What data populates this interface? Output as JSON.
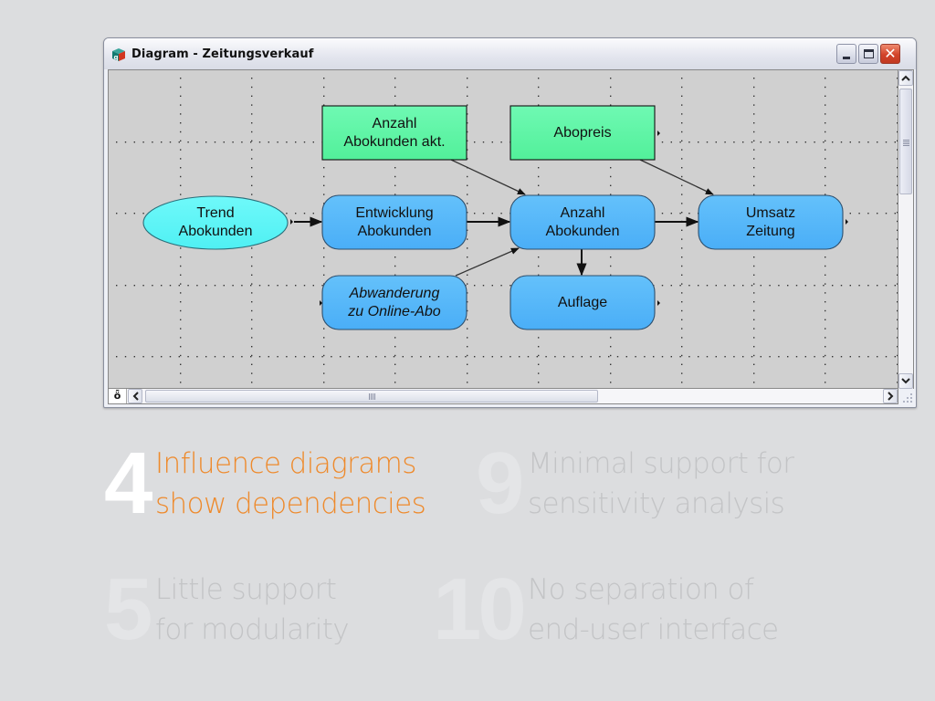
{
  "window": {
    "title": "Diagram - Zeitungsverkauf",
    "controls": {
      "minimize": "minimize",
      "maximize": "maximize",
      "close": "✕"
    },
    "close_color": "#d2432a"
  },
  "diagram": {
    "nodes": [
      {
        "id": "trend",
        "label": "Trend\nAbokunden",
        "shape": "ellipse",
        "color": "#5cf5f7",
        "italic": false
      },
      {
        "id": "anzahl_akt",
        "label": "Anzahl\nAbokunden akt.",
        "shape": "rect",
        "color": "#62f7a8",
        "italic": false
      },
      {
        "id": "abopreis",
        "label": "Abopreis",
        "shape": "rect",
        "color": "#62f7a8",
        "italic": false
      },
      {
        "id": "entwicklung",
        "label": "Entwicklung\nAbokunden",
        "shape": "rounded",
        "color": "#57b8f9",
        "italic": false
      },
      {
        "id": "anzahl",
        "label": "Anzahl\nAbokunden",
        "shape": "rounded",
        "color": "#57b8f9",
        "italic": false
      },
      {
        "id": "umsatz",
        "label": "Umsatz\nZeitung",
        "shape": "rounded",
        "color": "#57b8f9",
        "italic": false
      },
      {
        "id": "abwanderung",
        "label": "Abwanderung\nzu Online-Abo",
        "shape": "rounded",
        "color": "#57b8f9",
        "italic": true
      },
      {
        "id": "auflage",
        "label": "Auflage",
        "shape": "rounded",
        "color": "#57b8f9",
        "italic": false
      }
    ],
    "edges": [
      {
        "from": "trend",
        "to": "entwicklung"
      },
      {
        "from": "entwicklung",
        "to": "anzahl"
      },
      {
        "from": "anzahl_akt",
        "to": "anzahl"
      },
      {
        "from": "abwanderung",
        "to": "anzahl"
      },
      {
        "from": "anzahl",
        "to": "umsatz"
      },
      {
        "from": "abopreis",
        "to": "umsatz"
      },
      {
        "from": "anzahl",
        "to": "auflage"
      }
    ]
  },
  "scrollbars": {
    "lock_glyph": "ȫ",
    "left_arrow": "<",
    "right_arrow": ">",
    "up_arrow": "˄",
    "down_arrow": "˅"
  },
  "points": [
    {
      "number": "4",
      "text": "Influence diagrams\nshow dependencies",
      "active": true
    },
    {
      "number": "9",
      "text": "Minimal support for\nsensitivity analysis",
      "active": false
    },
    {
      "number": "5",
      "text": "Little support\nfor modularity",
      "active": false
    },
    {
      "number": "10",
      "text": "No separation of\nend-user interface",
      "active": false
    }
  ],
  "colors": {
    "accent": "#ee8a2c",
    "background": "#dcdddf",
    "inactive_text": "#c3c4c6"
  }
}
